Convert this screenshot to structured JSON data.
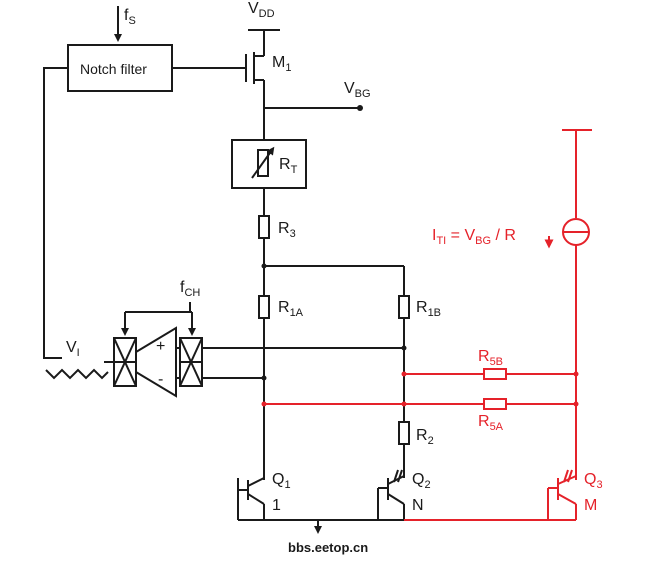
{
  "colors": {
    "wire": "#1a1a1a",
    "highlight": "#e5222a",
    "background": "#ffffff"
  },
  "labels": {
    "fs": {
      "main": "f",
      "sub": "S"
    },
    "vdd": {
      "main": "V",
      "sub": "DD"
    },
    "m1": {
      "main": "M",
      "sub": "1"
    },
    "vbg": {
      "main": "V",
      "sub": "BG"
    },
    "rt": {
      "main": "R",
      "sub": "T"
    },
    "r3": {
      "main": "R",
      "sub": "3"
    },
    "fch": {
      "main": "f",
      "sub": "CH"
    },
    "r1a": {
      "main": "R",
      "sub": "1A"
    },
    "r1b": {
      "main": "R",
      "sub": "1B"
    },
    "vi": {
      "main": "V",
      "sub": "I"
    },
    "plus": "+",
    "minus": "-",
    "r5b": {
      "main": "R",
      "sub": "5B"
    },
    "r5a": {
      "main": "R",
      "sub": "5A"
    },
    "r2": {
      "main": "R",
      "sub": "2"
    },
    "q1": {
      "main": "Q",
      "sub": "1"
    },
    "q1_ratio": "1",
    "q2": {
      "main": "Q",
      "sub": "2"
    },
    "q2_ratio": "N",
    "q3": {
      "main": "Q",
      "sub": "3"
    },
    "q3_ratio": "M",
    "iti": {
      "i": "I",
      "i_sub": "TI",
      "eq": " = V",
      "v_sub": "BG",
      "tail": " / R"
    }
  },
  "notch_filter_label": "Notch filter",
  "watermark": "bbs.eetop.cn"
}
